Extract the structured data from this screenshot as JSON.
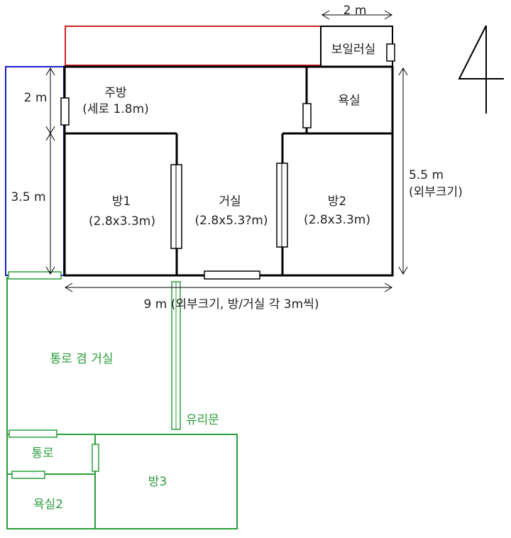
{
  "colors": {
    "wall": "#000000",
    "extension": "#2a9d3a",
    "blue_strip": "#1c1cc8",
    "red_strip": "#d42020"
  },
  "labels": {
    "kitchen": "주방",
    "kitchen_note": "(세로 1.8m)",
    "bathroom": "욕실",
    "boiler": "보일러실",
    "room1": "방1",
    "room1_size": "(2.8x3.3m)",
    "living": "거실",
    "living_size": "(2.8x5.3?m)",
    "room2": "방2",
    "room2_size": "(2.8x3.3m)",
    "passage_living": "통로 겸 거실",
    "glass_door": "유리문",
    "passage": "통로",
    "bathroom2": "욕실2",
    "room3": "방3"
  },
  "dimensions": {
    "boiler_width": "2 m",
    "left_upper": "2 m",
    "left_lower": "3.5 m",
    "right_height": "5.5 m",
    "right_height_note": "(외부크기)",
    "bottom_width": "9 m (외부크기, 방/거실 각 3m씩)"
  },
  "icons": {
    "north_mark": "north-arrow-icon"
  }
}
